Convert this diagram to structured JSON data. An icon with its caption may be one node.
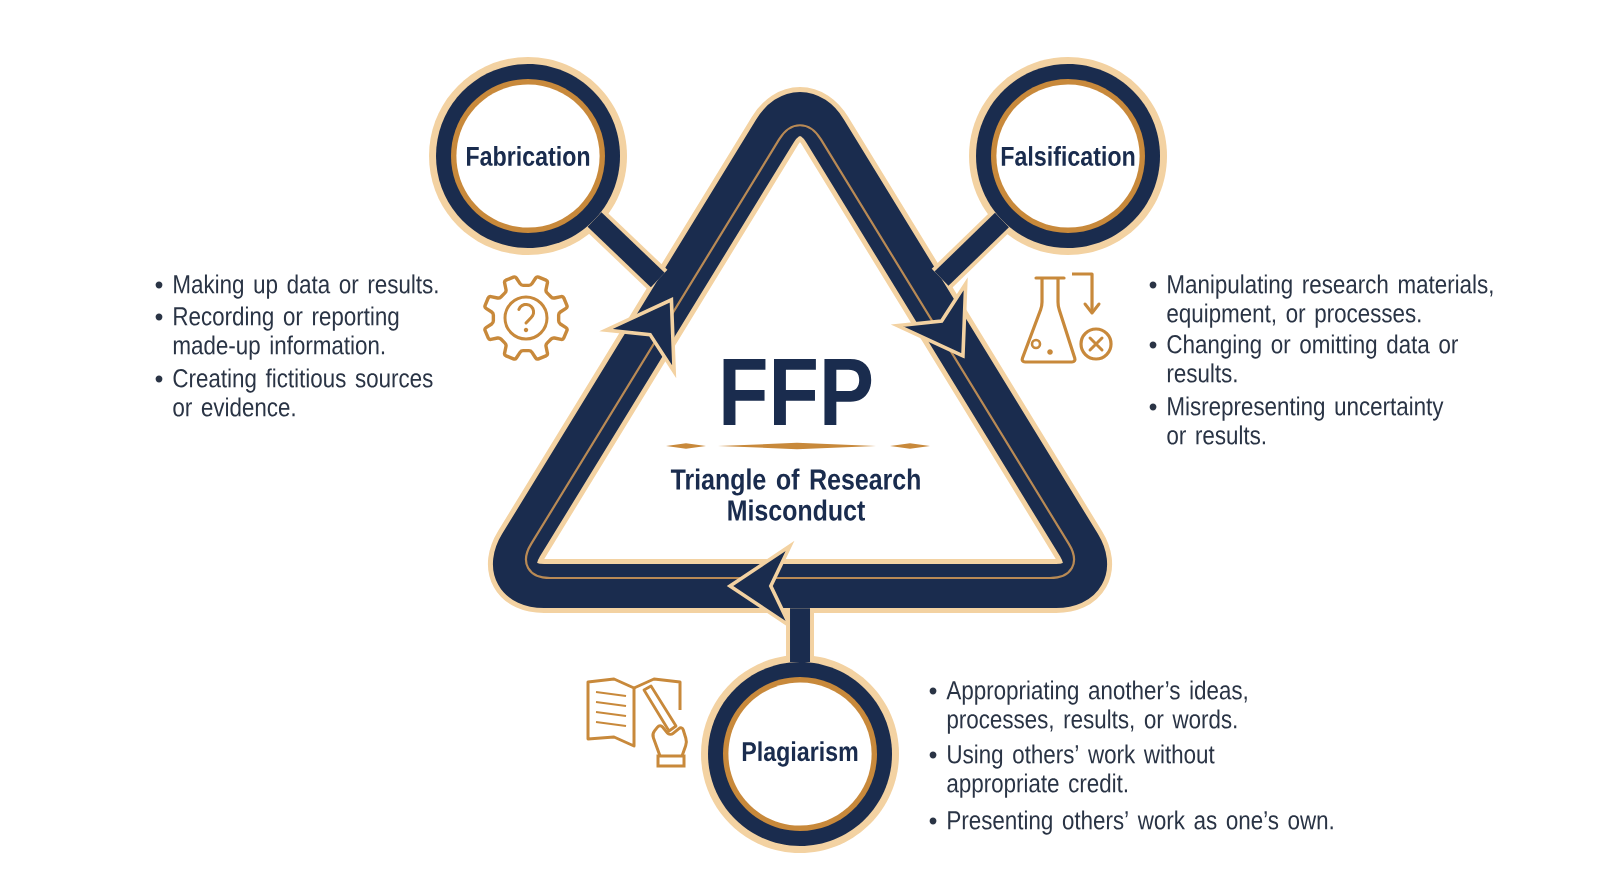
{
  "diagram": {
    "nodes": [
      {
        "text": [
          "Fabrication"
        ],
        "beside": [
          "Making up data or results.",
          "Recording or reporting made-up information.",
          "Creating fictitious sources or evidence."
        ]
      },
      {
        "text": [
          "Falsification"
        ],
        "beside": [
          "Manipulating research materials, equipment, or processes.",
          "Changing or omitting data or results.",
          "Misrepresenting uncertainty or results."
        ]
      },
      {
        "text": [
          "FFP",
          "Triangle of Research Misconduct"
        ]
      },
      {
        "text": [
          "Plagiarism"
        ],
        "beside": [
          "Appropriating another’s ideas, processes, results, or words.",
          "Using others’ work without appropriate credit.",
          "Presenting others’ work as one’s own."
        ]
      }
    ],
    "edges": [
      {
        "from": 0,
        "to": 2,
        "arrow": "none"
      },
      {
        "from": 1,
        "to": 2,
        "arrow": "none"
      },
      {
        "from": 3,
        "to": 2,
        "arrow": "none"
      }
    ]
  }
}
